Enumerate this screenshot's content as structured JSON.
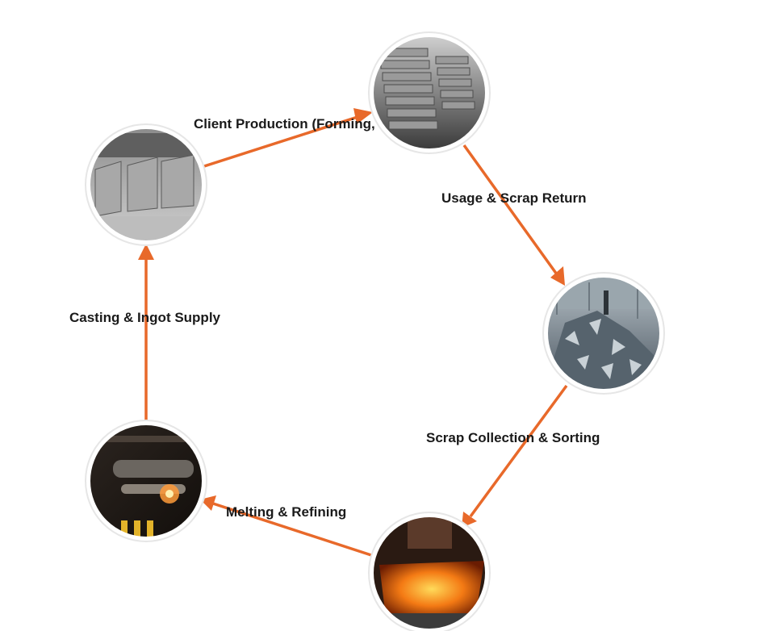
{
  "diagram": {
    "accent_color": "#e8692a",
    "stations": [
      {
        "id": "ingots",
        "image": "stacked-aluminium-ingots-photo"
      },
      {
        "id": "scrap-yard",
        "image": "scrap-metal-pile-in-warehouse-photo"
      },
      {
        "id": "furnace",
        "image": "molten-metal-furnace-photo"
      },
      {
        "id": "casting",
        "image": "casting-line-sparks-photo"
      },
      {
        "id": "potline",
        "image": "industrial-potline-hall-photo"
      }
    ],
    "steps": [
      {
        "label": "Client Production (Forming,"
      },
      {
        "label": "Usage & Scrap Return"
      },
      {
        "label": "Scrap Collection & Sorting"
      },
      {
        "label": "Melting & Refining"
      },
      {
        "label": "Casting & Ingot Supply"
      }
    ]
  }
}
